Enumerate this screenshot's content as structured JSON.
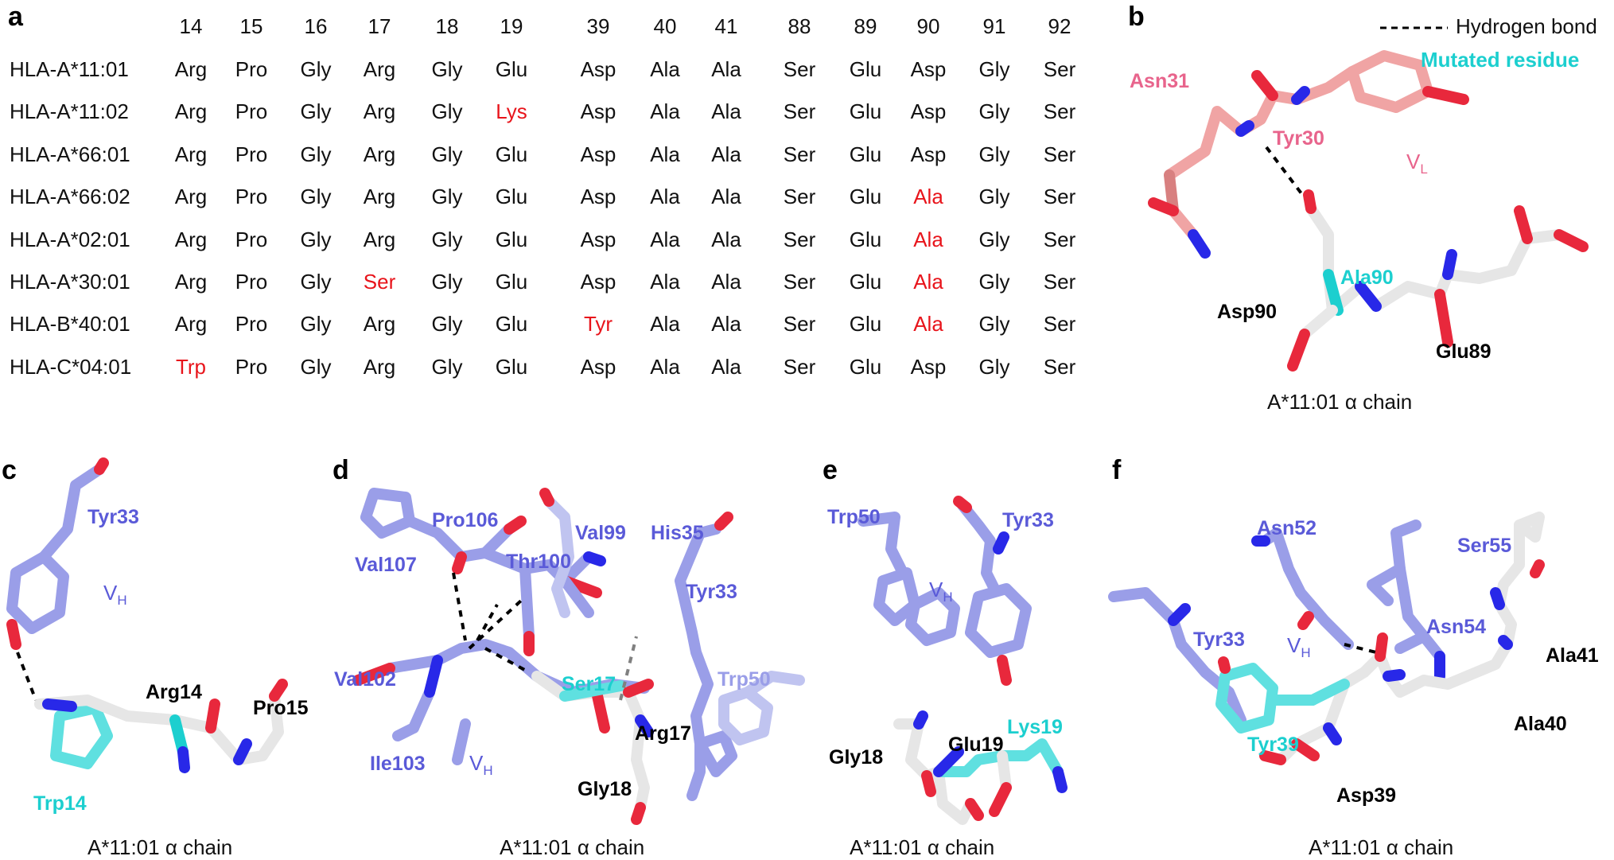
{
  "panel_labels": {
    "a": "a",
    "b": "b",
    "c": "c",
    "d": "d",
    "e": "e",
    "f": "f"
  },
  "table": {
    "positions": [
      "14",
      "15",
      "16",
      "17",
      "18",
      "19",
      "39",
      "40",
      "41",
      "88",
      "89",
      "90",
      "91",
      "92"
    ],
    "rows": [
      {
        "allele": "HLA-A*11:01",
        "residues": [
          "Arg",
          "Pro",
          "Gly",
          "Arg",
          "Gly",
          "Glu",
          "Asp",
          "Ala",
          "Ala",
          "Ser",
          "Glu",
          "Asp",
          "Gly",
          "Ser"
        ],
        "mutated": []
      },
      {
        "allele": "HLA-A*11:02",
        "residues": [
          "Arg",
          "Pro",
          "Gly",
          "Arg",
          "Gly",
          "Lys",
          "Asp",
          "Ala",
          "Ala",
          "Ser",
          "Glu",
          "Asp",
          "Gly",
          "Ser"
        ],
        "mutated": [
          5
        ]
      },
      {
        "allele": "HLA-A*66:01",
        "residues": [
          "Arg",
          "Pro",
          "Gly",
          "Arg",
          "Gly",
          "Glu",
          "Asp",
          "Ala",
          "Ala",
          "Ser",
          "Glu",
          "Asp",
          "Gly",
          "Ser"
        ],
        "mutated": []
      },
      {
        "allele": "HLA-A*66:02",
        "residues": [
          "Arg",
          "Pro",
          "Gly",
          "Arg",
          "Gly",
          "Glu",
          "Asp",
          "Ala",
          "Ala",
          "Ser",
          "Glu",
          "Ala",
          "Gly",
          "Ser"
        ],
        "mutated": [
          11
        ]
      },
      {
        "allele": "HLA-A*02:01",
        "residues": [
          "Arg",
          "Pro",
          "Gly",
          "Arg",
          "Gly",
          "Glu",
          "Asp",
          "Ala",
          "Ala",
          "Ser",
          "Glu",
          "Ala",
          "Gly",
          "Ser"
        ],
        "mutated": [
          11
        ]
      },
      {
        "allele": "HLA-A*30:01",
        "residues": [
          "Arg",
          "Pro",
          "Gly",
          "Ser",
          "Gly",
          "Glu",
          "Asp",
          "Ala",
          "Ala",
          "Ser",
          "Glu",
          "Ala",
          "Gly",
          "Ser"
        ],
        "mutated": [
          3,
          11
        ]
      },
      {
        "allele": "HLA-B*40:01",
        "residues": [
          "Arg",
          "Pro",
          "Gly",
          "Arg",
          "Gly",
          "Glu",
          "Tyr",
          "Ala",
          "Ala",
          "Ser",
          "Glu",
          "Ala",
          "Gly",
          "Ser"
        ],
        "mutated": [
          6,
          11
        ]
      },
      {
        "allele": "HLA-C*04:01",
        "residues": [
          "Trp",
          "Pro",
          "Gly",
          "Arg",
          "Gly",
          "Glu",
          "Asp",
          "Ala",
          "Ala",
          "Ser",
          "Glu",
          "Asp",
          "Gly",
          "Ser"
        ],
        "mutated": [
          0
        ]
      }
    ]
  },
  "legend": {
    "hbond": "Hydrogen bond",
    "mutated": "Mutated residue"
  },
  "panel_b": {
    "asn31": "Asn31",
    "tyr30": "Tyr30",
    "vl": "V",
    "vl_sub": "L",
    "ala90": "Ala90",
    "asp90": "Asp90",
    "glu89": "Glu89",
    "caption": "A*11:01 α chain"
  },
  "panel_c": {
    "tyr33": "Tyr33",
    "vh": "V",
    "vh_sub": "H",
    "arg14": "Arg14",
    "pro15": "Pro15",
    "trp14": "Trp14",
    "caption": "A*11:01 α chain"
  },
  "panel_d": {
    "pro106": "Pro106",
    "val99": "Val99",
    "his35": "His35",
    "val107": "Val107",
    "thr100": "Thr100",
    "tyr33": "Tyr33",
    "val102": "Val102",
    "ser17": "Ser17",
    "trp50": "Trp50",
    "arg17": "Arg17",
    "ile103": "Ile103",
    "vh": "V",
    "vh_sub": "H",
    "gly18": "Gly18",
    "caption": "A*11:01 α chain"
  },
  "panel_e": {
    "trp50": "Trp50",
    "tyr33": "Tyr33",
    "vh": "V",
    "vh_sub": "H",
    "lys19": "Lys19",
    "gly18": "Gly18",
    "glu19": "Glu19",
    "caption": "A*11:01 α chain"
  },
  "panel_f": {
    "asn52": "Asn52",
    "ser55": "Ser55",
    "tyr33": "Tyr33",
    "vh": "V",
    "vh_sub": "H",
    "asn54": "Asn54",
    "ala41": "Ala41",
    "ala40": "Ala40",
    "tyr39": "Tyr39",
    "asp39": "Asp39",
    "caption": "A*11:01 α chain"
  },
  "colors": {
    "mutated_text": "#e8141b",
    "cyan": "#1ccfcf",
    "pink": "#e8648c",
    "salmon": "#f0a4a4",
    "blue": "#5a5ad8",
    "lightblue": "#9a9ee8",
    "white_stick": "#f2f2f2",
    "oxygen": "#e8283c",
    "nitrogen": "#2828e8"
  }
}
